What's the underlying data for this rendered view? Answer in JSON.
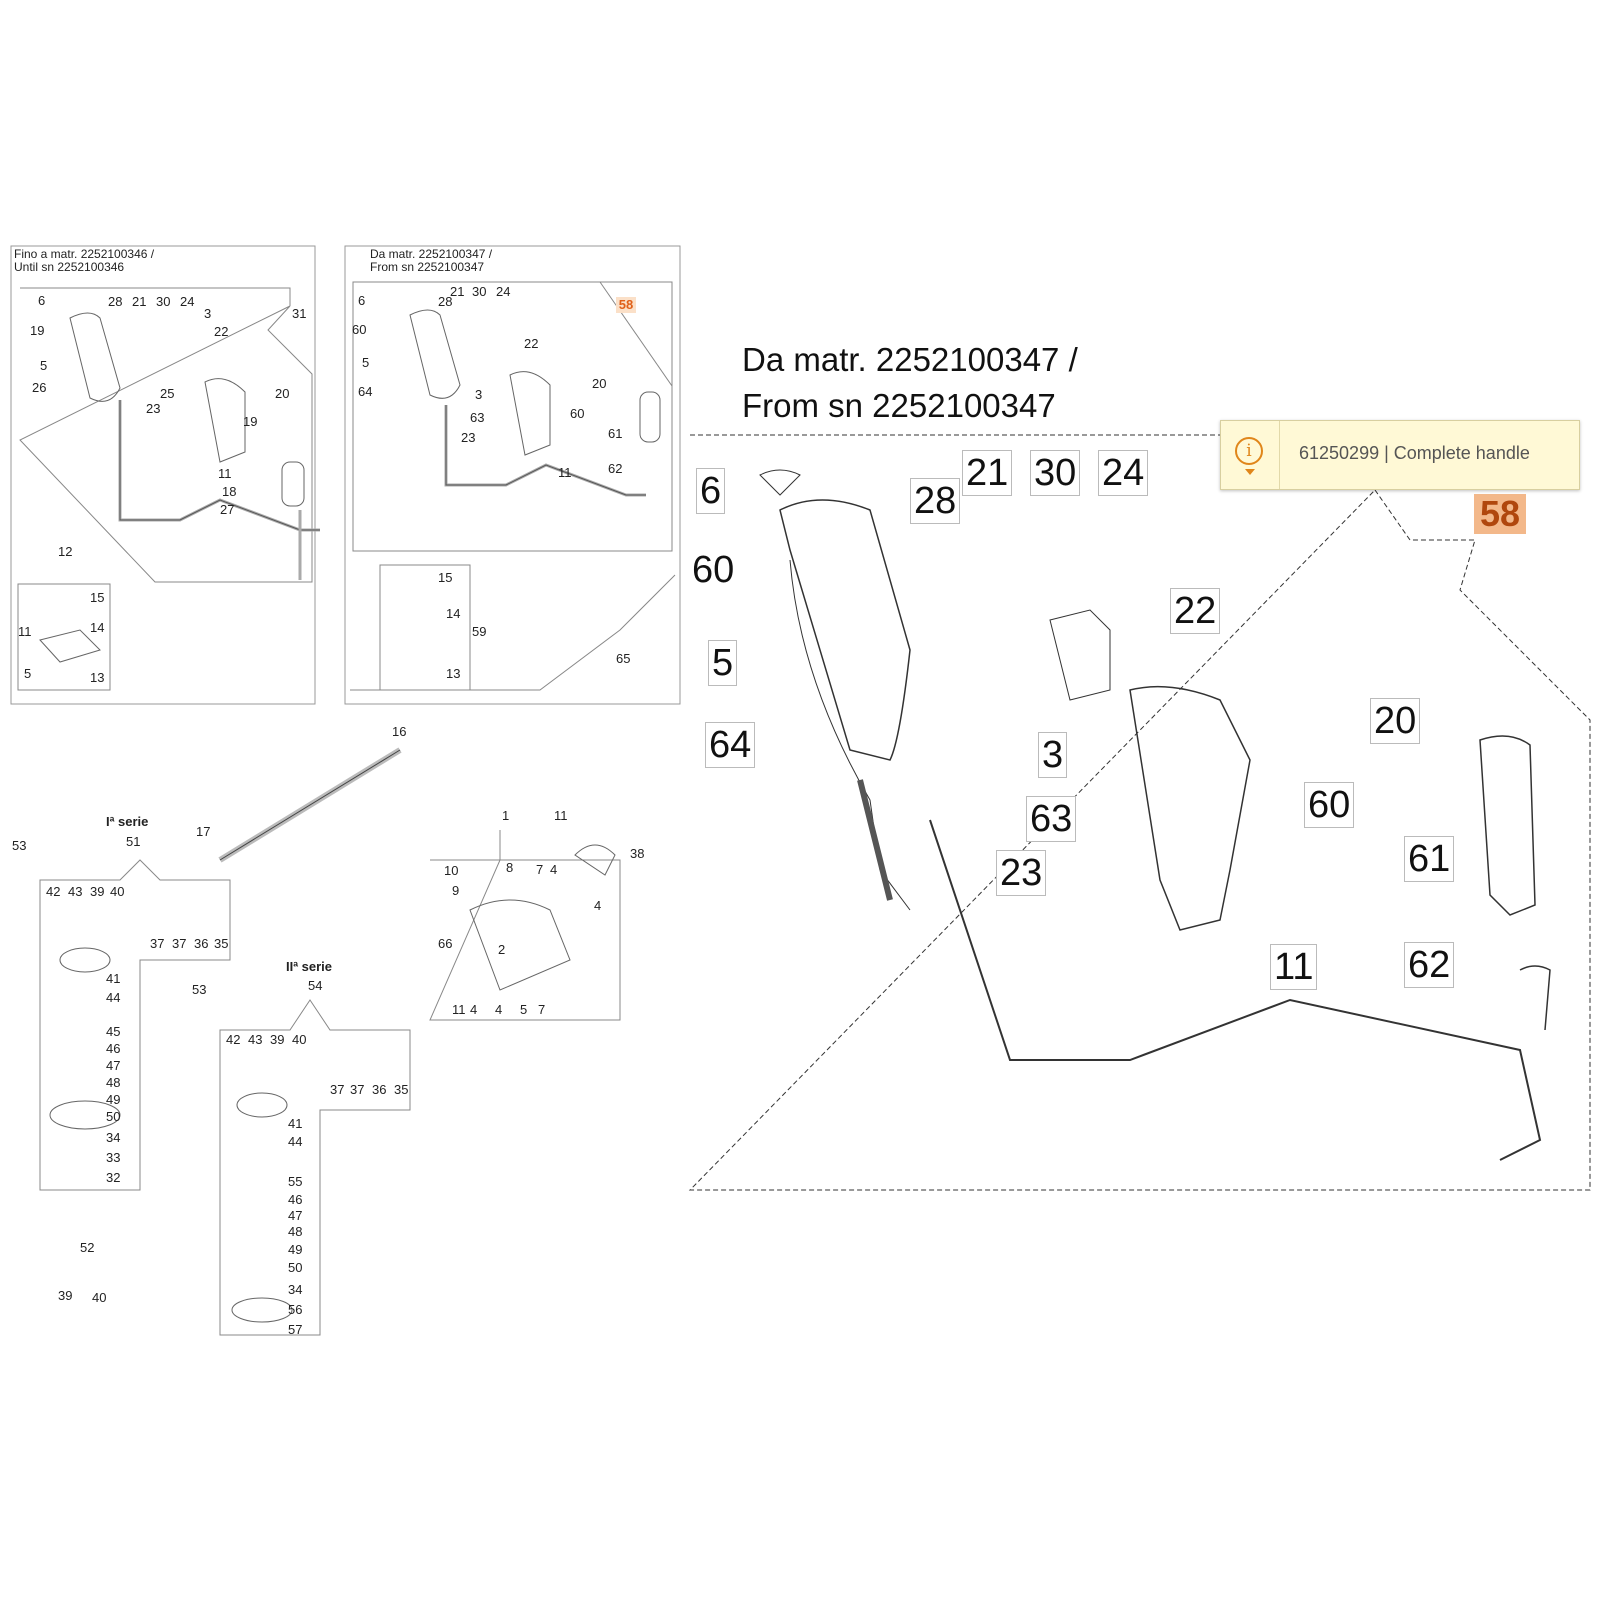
{
  "panels": {
    "until_caption": "Fino a matr. 2252100346 /\nUntil sn 2252100346",
    "from_caption": "Da matr. 2252100347 /\nFrom sn 2252100347",
    "detail_caption_line1": "Da matr. 2252100347 /",
    "detail_caption_line2": "From sn 2252100347"
  },
  "series": {
    "first": "Iª serie",
    "second": "IIª serie"
  },
  "tooltip": {
    "text": "61250299 | Complete handle",
    "icon": "info-icon"
  },
  "highlight": {
    "part": "58"
  },
  "detail_labels": {
    "l6": "6",
    "l60a": "60",
    "l5": "5",
    "l64": "64",
    "l28": "28",
    "l21": "21",
    "l30": "30",
    "l24": "24",
    "l22": "22",
    "l20": "20",
    "l3": "3",
    "l63": "63",
    "l23": "23",
    "l60b": "60",
    "l11": "11",
    "l61": "61",
    "l62": "62"
  },
  "small_labels": {
    "p1": [
      "6",
      "28",
      "21",
      "30",
      "24",
      "3",
      "22",
      "31",
      "19",
      "5",
      "25",
      "26",
      "23",
      "20",
      "19",
      "11",
      "18",
      "27",
      "12",
      "15",
      "11",
      "14",
      "5",
      "13"
    ],
    "p2": [
      "6",
      "28",
      "21",
      "30",
      "24",
      "60",
      "22",
      "5",
      "64",
      "3",
      "63",
      "20",
      "23",
      "60",
      "61",
      "11",
      "62",
      "15",
      "14",
      "59",
      "13",
      "65"
    ],
    "lower": [
      "16",
      "17",
      "1",
      "11",
      "38",
      "10",
      "8",
      "7",
      "4",
      "9",
      "4",
      "66",
      "2",
      "11",
      "4",
      "5",
      "7",
      "53",
      "51",
      "42",
      "43",
      "39",
      "40",
      "37",
      "37",
      "36",
      "35",
      "41",
      "44",
      "45",
      "46",
      "47",
      "48",
      "49",
      "50",
      "34",
      "33",
      "32",
      "53",
      "54",
      "42",
      "43",
      "39",
      "40",
      "37",
      "37",
      "36",
      "35",
      "41",
      "44",
      "55",
      "46",
      "47",
      "48",
      "49",
      "50",
      "34",
      "56",
      "57",
      "52",
      "39",
      "40"
    ]
  },
  "colors": {
    "highlight_bg": "#f3b88a",
    "highlight_text": "#b0470d",
    "tooltip_bg": "#fff9d6",
    "icon": "#e0861a"
  }
}
